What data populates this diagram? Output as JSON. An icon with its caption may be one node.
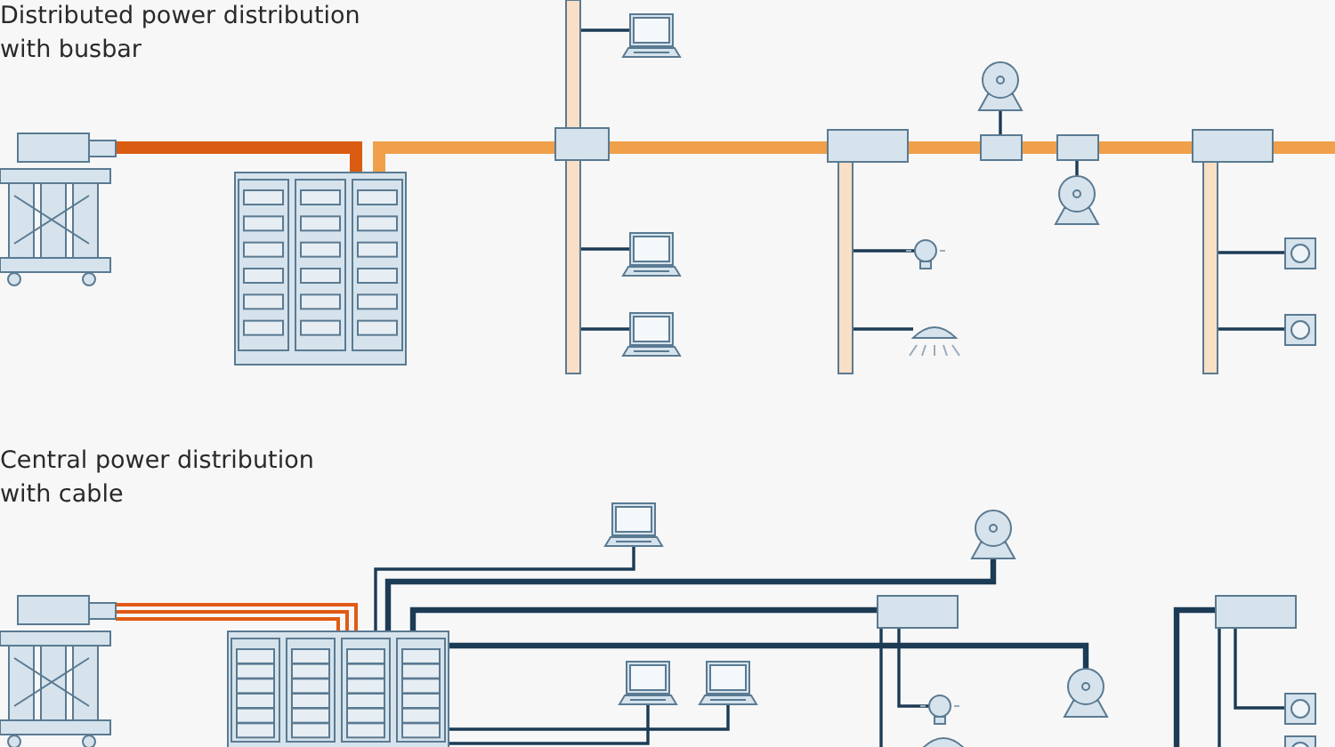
{
  "diagram": {
    "labels": [
      "Distributed power distribution with busbar",
      "Central power distribution with cable"
    ],
    "nodes": [
      {
        "text": [],
        "shape": "picture"
      },
      {
        "text": [],
        "shape": "picture"
      },
      {
        "text": [],
        "shape": "box"
      },
      {
        "text": [],
        "shape": "picture"
      },
      {
        "text": [],
        "shape": "picture"
      },
      {
        "text": [],
        "shape": "picture"
      },
      {
        "text": [],
        "shape": "box"
      },
      {
        "text": [],
        "shape": "picture"
      },
      {
        "text": [],
        "shape": "picture"
      },
      {
        "text": [],
        "shape": "picture"
      },
      {
        "text": [],
        "shape": "box"
      },
      {
        "text": [],
        "shape": "box"
      },
      {
        "text": [],
        "shape": "picture"
      },
      {
        "text": [],
        "shape": "box"
      },
      {
        "text": [],
        "shape": "picture"
      },
      {
        "text": [],
        "shape": "picture"
      },
      {
        "text": [],
        "shape": "picture"
      },
      {
        "text": [],
        "shape": "picture"
      },
      {
        "text": [],
        "shape": "picture"
      },
      {
        "text": [],
        "shape": "picture"
      },
      {
        "text": [],
        "shape": "box"
      },
      {
        "text": [],
        "shape": "picture"
      },
      {
        "text": [],
        "shape": "picture"
      },
      {
        "text": [],
        "shape": "picture"
      },
      {
        "text": [],
        "shape": "picture"
      },
      {
        "text": [],
        "shape": "box"
      },
      {
        "text": [],
        "shape": "picture"
      },
      {
        "text": [],
        "shape": "picture"
      },
      {
        "text": [],
        "shape": "picture"
      }
    ],
    "edges": [
      {
        "from": 0,
        "to": 1,
        "arrow": "none",
        "style": "thick",
        "color": "#d95c12"
      },
      {
        "from": 1,
        "to": 2,
        "arrow": "none",
        "style": "thick",
        "color": "#f0a04a"
      },
      {
        "from": 2,
        "to": 3,
        "arrow": "none"
      },
      {
        "from": 2,
        "to": 4,
        "arrow": "none"
      },
      {
        "from": 2,
        "to": 5,
        "arrow": "none"
      },
      {
        "from": 2,
        "to": 6,
        "arrow": "none",
        "style": "thick",
        "color": "#f0a04a"
      },
      {
        "from": 6,
        "to": 7,
        "arrow": "none"
      },
      {
        "from": 6,
        "to": 8,
        "arrow": "none"
      },
      {
        "from": 6,
        "to": 10,
        "arrow": "none",
        "style": "thick",
        "color": "#f0a04a"
      },
      {
        "from": 10,
        "to": 9,
        "arrow": "none"
      },
      {
        "from": 10,
        "to": 11,
        "arrow": "none",
        "style": "thick",
        "color": "#f0a04a"
      },
      {
        "from": 11,
        "to": 12,
        "arrow": "none"
      },
      {
        "from": 11,
        "to": 13,
        "arrow": "none",
        "style": "thick",
        "color": "#f0a04a"
      },
      {
        "from": 13,
        "to": 14,
        "arrow": "none"
      },
      {
        "from": 13,
        "to": 15,
        "arrow": "none"
      },
      {
        "from": 13,
        "to": null,
        "arrow": "none",
        "style": "thick",
        "color": "#f0a04a"
      },
      {
        "from": 16,
        "to": 17,
        "arrow": "none",
        "color": "#e05a14"
      },
      {
        "from": 17,
        "to": 18,
        "arrow": "none"
      },
      {
        "from": 17,
        "to": 19,
        "arrow": "none",
        "style": "thick"
      },
      {
        "from": 17,
        "to": 20,
        "arrow": "none",
        "style": "thick"
      },
      {
        "from": 17,
        "to": 22,
        "arrow": "none",
        "style": "thick"
      },
      {
        "from": 17,
        "to": 24,
        "arrow": "none"
      },
      {
        "from": 17,
        "to": 23,
        "arrow": "none"
      },
      {
        "from": 20,
        "to": 21,
        "arrow": "none"
      },
      {
        "from": 20,
        "to": null,
        "arrow": "none"
      },
      {
        "from": null,
        "to": 25,
        "arrow": "none",
        "style": "thick"
      },
      {
        "from": 25,
        "to": 26,
        "arrow": "none"
      },
      {
        "from": 25,
        "to": null,
        "arrow": "none"
      }
    ]
  }
}
